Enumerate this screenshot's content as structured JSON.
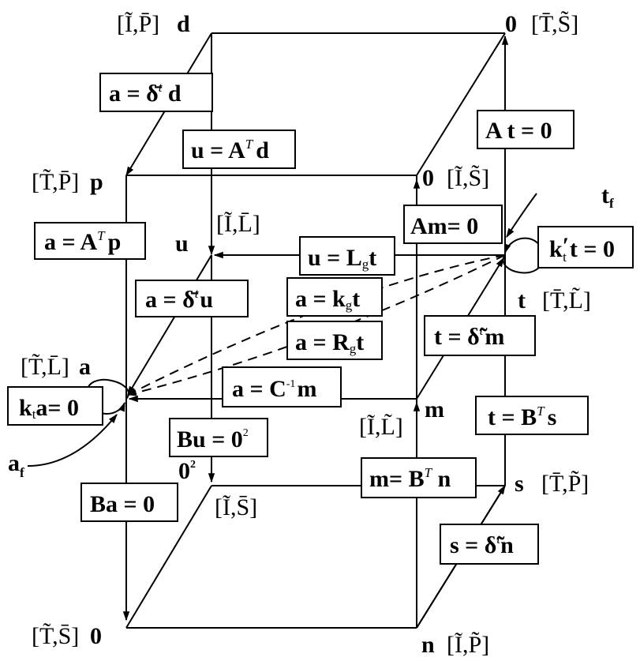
{
  "nodes": {
    "d": {
      "space": "[Ĩ,P̄]",
      "name": "d"
    },
    "z1": {
      "space": "[T̄,S̃]",
      "name": "0"
    },
    "p": {
      "space": "[T̃,P̄]",
      "name": "p"
    },
    "z2": {
      "space": "[Ĩ,S̃]",
      "name": "0"
    },
    "u": {
      "space": "[Ĩ,L̄]",
      "name": "u"
    },
    "t": {
      "space": "[T̄,L̃]",
      "name": "t"
    },
    "a": {
      "space": "[T̃,L̄]",
      "name": "a"
    },
    "m": {
      "space": "[Ĩ,L̃]",
      "name": "m"
    },
    "z3": {
      "space": "[Ĩ,S̄]",
      "name": "0",
      "sup": "2"
    },
    "s": {
      "space": "[T̄,P̃]",
      "name": "s"
    },
    "z4": {
      "space": "[T̃,S̄]",
      "name": "0"
    },
    "n": {
      "space": "[Ĩ,P̃]",
      "name": "n"
    }
  },
  "labels": {
    "tf": "t",
    "tf_sub": "f",
    "af": "a",
    "af_sub": "f"
  },
  "equations": {
    "a_delta_d": {
      "lhs": "a = ",
      "op": "δ̄",
      "sup": "t",
      "rhs": " d"
    },
    "u_A_d": {
      "lhs": "u = A",
      "sup": "T",
      "rhs": "d"
    },
    "A_t": {
      "text": "A t = 0"
    },
    "a_A_p": {
      "lhs": "a = A",
      "sup": "T",
      "rhs": "p"
    },
    "Am": {
      "text": "Am= 0"
    },
    "u_Lg_t": {
      "lhs": "u = L",
      "sub": "g",
      "rhs": "t"
    },
    "kt_t": {
      "lhs": "k",
      "prime": "′",
      "sub": "t",
      "rhs": "t = 0"
    },
    "a_delta_u": {
      "lhs": "a = ",
      "op": "δ̄",
      "sup": "t",
      "rhs": "u"
    },
    "a_kg_t": {
      "lhs": "a = k",
      "sub": "g",
      "rhs": "t"
    },
    "a_Rg_t": {
      "lhs": "a = R",
      "sub": "g",
      "rhs": "t"
    },
    "t_delta_m": {
      "lhs": "t = ",
      "op": "δ̃",
      "sup": "t",
      "rhs": "m"
    },
    "a_C_m": {
      "lhs": "a = C",
      "sup": "-1",
      "rhs": "m"
    },
    "kt_a": {
      "lhs": "k",
      "sub": "t",
      "rhs": "a= 0"
    },
    "t_B_s": {
      "lhs": "t = B",
      "sup": "T",
      "rhs": "s"
    },
    "Bu": {
      "lhs": "Bu = 0",
      "sup": "2"
    },
    "m_B_n": {
      "lhs": "m= B",
      "sup": "T",
      "rhs": " n"
    },
    "Ba": {
      "text": "Ba = 0"
    },
    "s_delta_n": {
      "lhs": "s = ",
      "op": "δ̃",
      "sup": "t",
      "rhs": "n"
    }
  }
}
